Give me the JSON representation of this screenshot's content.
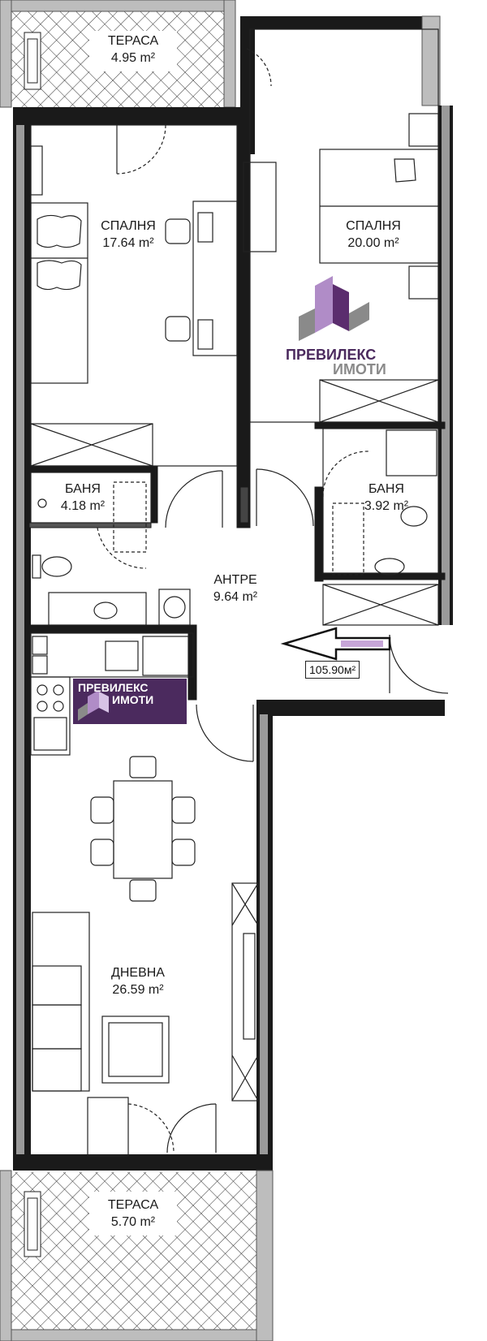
{
  "rooms": {
    "terrace_top": {
      "name": "ТЕРАСА",
      "area": "4.95 m²"
    },
    "bedroom_left": {
      "name": "СПАЛНЯ",
      "area": "17.64 m²"
    },
    "bedroom_right": {
      "name": "СПАЛНЯ",
      "area": "20.00 m²"
    },
    "bath_left": {
      "name": "БАНЯ",
      "area": "4.18 m²"
    },
    "bath_right": {
      "name": "БАНЯ",
      "area": "3.92 m²"
    },
    "hall": {
      "name": "АНТРЕ",
      "area": "9.64 m²"
    },
    "living": {
      "name": "ДНЕВНА",
      "area": "26.59 m²"
    },
    "terrace_bottom": {
      "name": "ТЕРАСА",
      "area": "5.70 m²"
    }
  },
  "total_area": "105.90м²",
  "watermark": {
    "line1": "ПРЕВИЛЕКС",
    "line2": "ИМОТИ"
  },
  "colors": {
    "wall": "#1a1a1a",
    "wall_grey": "#9a9a9a",
    "logo_purple": "#5b2d6e",
    "logo_grey": "#8a8a8a"
  }
}
